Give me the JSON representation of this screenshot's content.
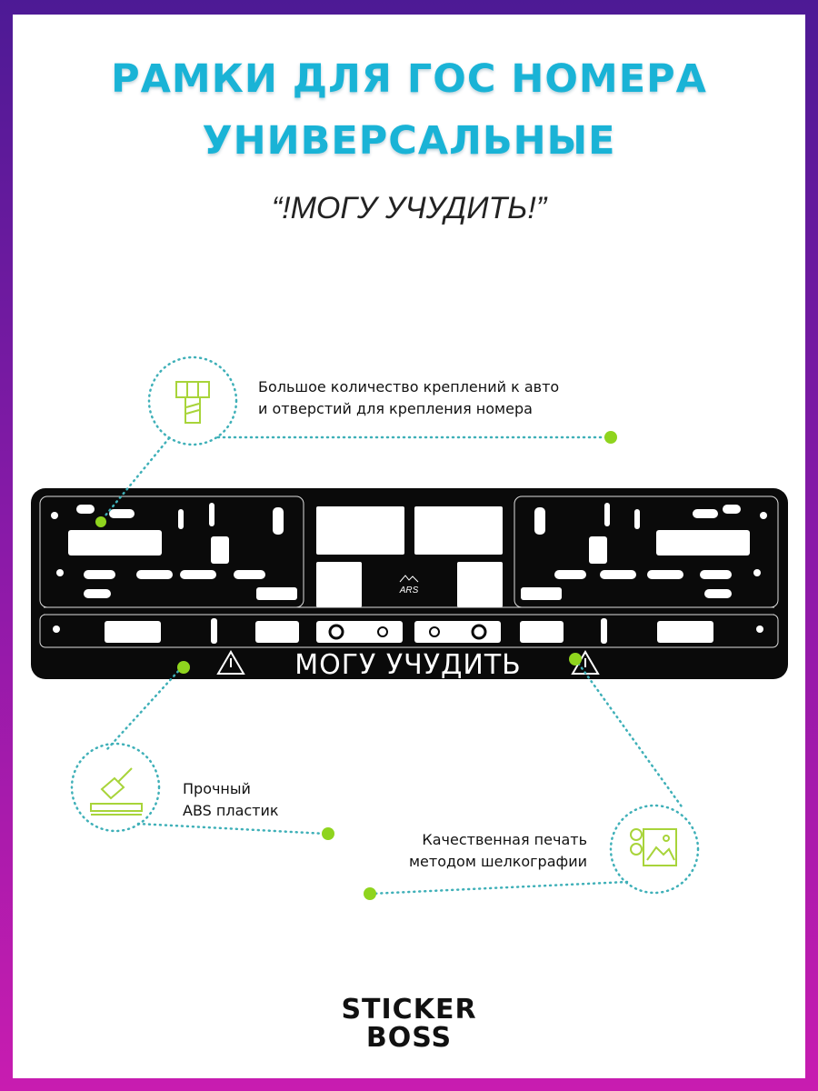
{
  "header": {
    "title_line1": "РАМКИ ДЛЯ ГОС НОМЕРА",
    "title_line2": "УНИВЕРСАЛЬНЫЕ",
    "subtitle": "“!МОГУ УЧУДИТЬ!”"
  },
  "plate": {
    "text": "МОГУ УЧУДИТЬ",
    "logo": "ARS"
  },
  "features": [
    {
      "icon": "bolt-icon",
      "line1": "Большое количество креплений к авто",
      "line2": "и отверстий для крепления номера"
    },
    {
      "icon": "hammer-icon",
      "line1": "Прочный",
      "line2": "ABS пластик"
    },
    {
      "icon": "print-icon",
      "line1": "Качественная печать",
      "line2": "методом шелкографии"
    }
  ],
  "brand": {
    "line1": "STICKER",
    "line2": "BOSS"
  },
  "colors": {
    "accent": "#1ab3d6",
    "dot": "#8fd41e",
    "line": "#3fb0b8"
  }
}
